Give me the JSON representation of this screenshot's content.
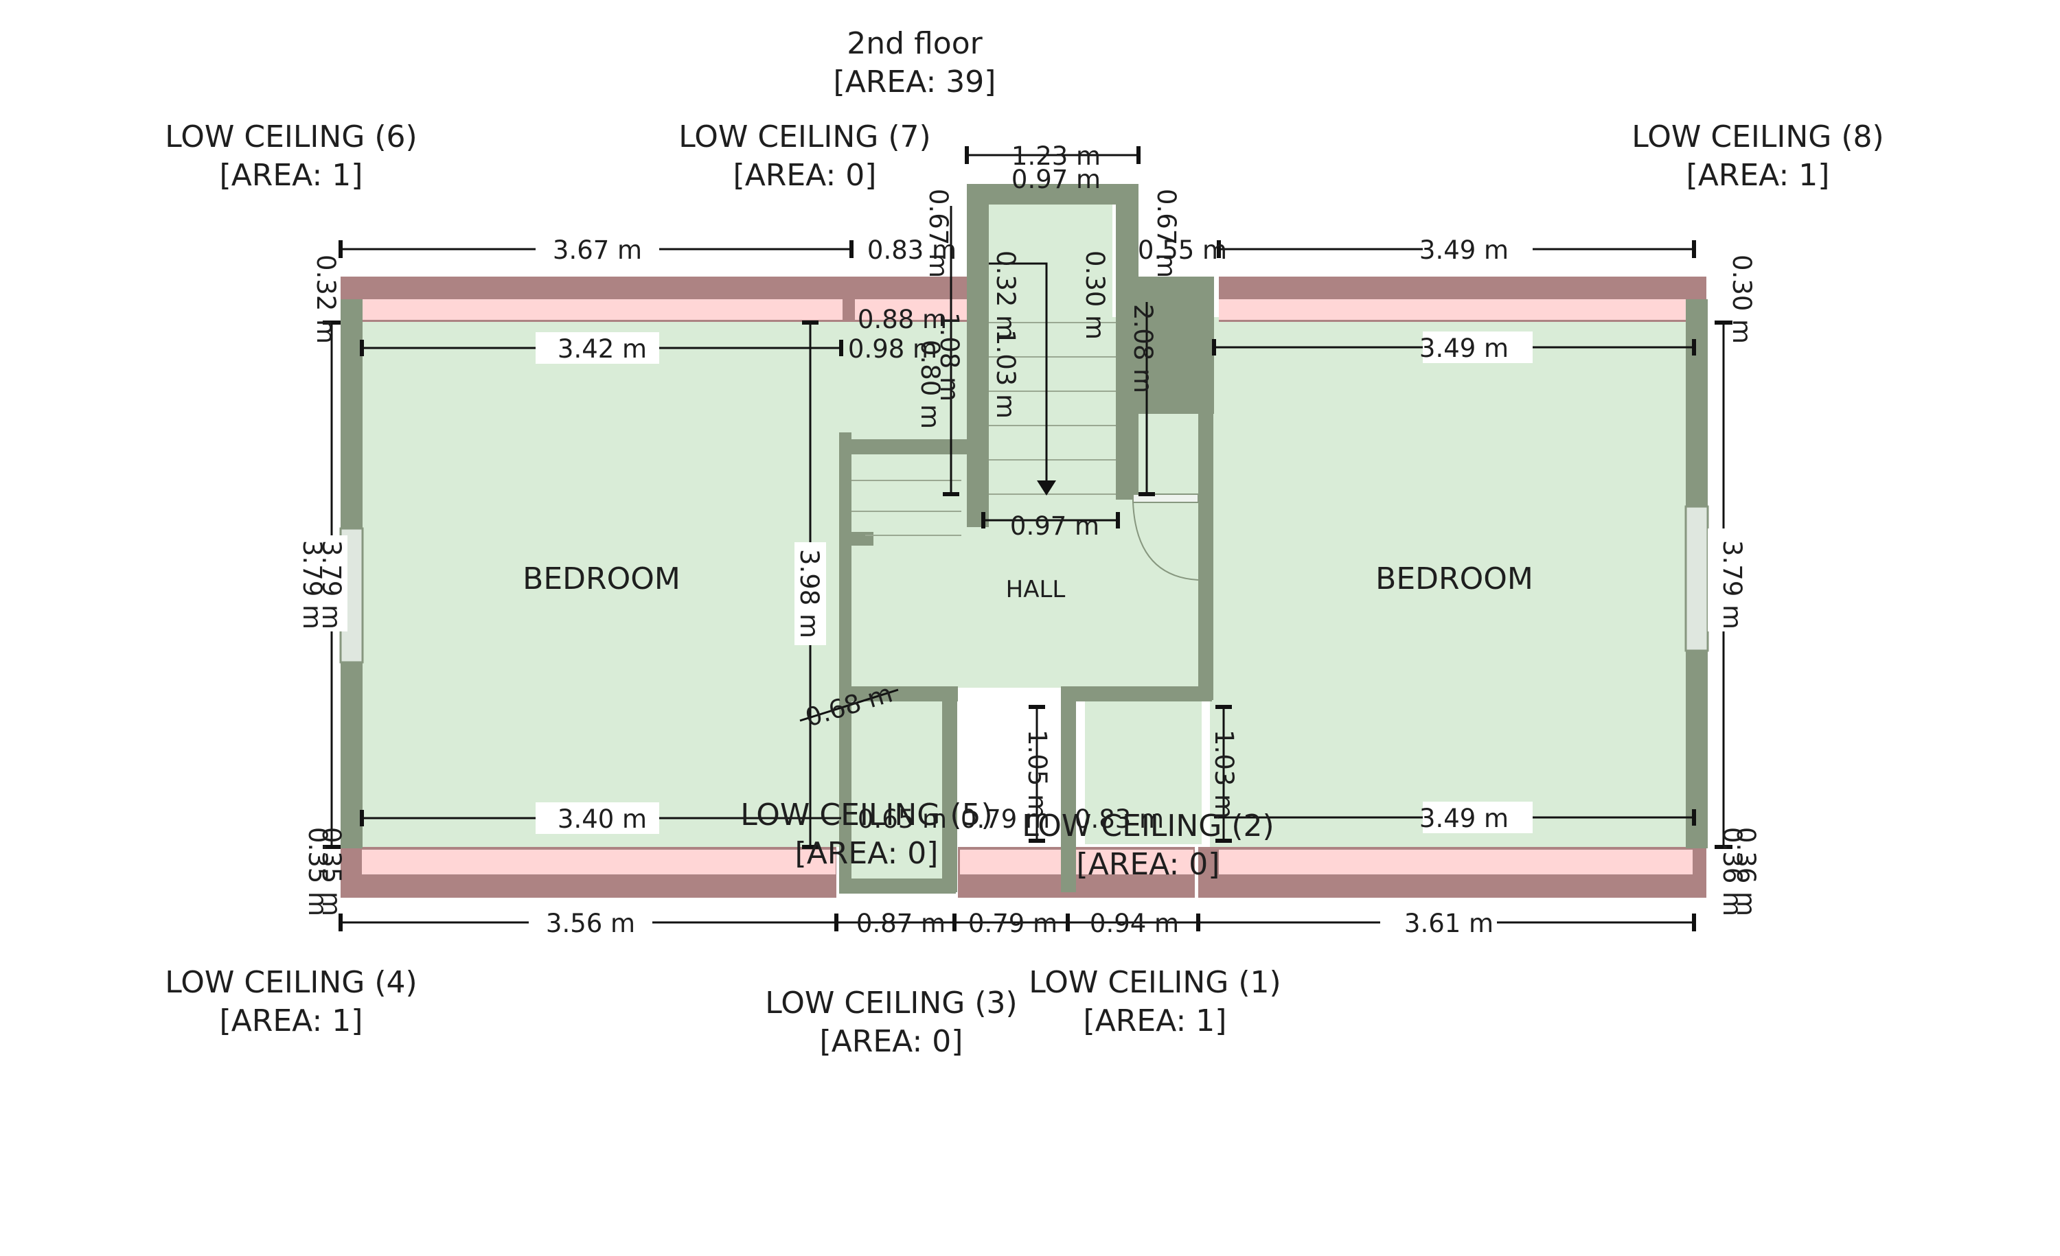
{
  "floor": {
    "title": "2nd floor",
    "area": "[AREA: 39]"
  },
  "rooms": {
    "bedroom_left": "BEDROOM",
    "bedroom_right": "BEDROOM",
    "hall": "HALL"
  },
  "low_ceilings": [
    {
      "name": "LOW CEILING (6)",
      "area": "[AREA: 1]"
    },
    {
      "name": "LOW CEILING (7)",
      "area": "[AREA: 0]"
    },
    {
      "name": "LOW CEILING (8)",
      "area": "[AREA: 1]"
    },
    {
      "name": "LOW CEILING (4)",
      "area": "[AREA: 1]"
    },
    {
      "name": "LOW CEILING (3)",
      "area": "[AREA: 0]"
    },
    {
      "name": "LOW CEILING (1)",
      "area": "[AREA: 1]"
    },
    {
      "name": "LOW CEILING (5)",
      "area": "[AREA: 0]"
    },
    {
      "name": "LOW CEILING (2)",
      "area": "[AREA: 0]"
    }
  ],
  "dimensions": {
    "top_left_width": "3.67 m",
    "top_mid_width": "0.83 m",
    "top_right_strip": "0.55 m",
    "top_right_width": "3.49 m",
    "stair_outer": "1.23 m",
    "stair_inner": "0.97 m",
    "left_wall_thk": "0.32 m",
    "right_wall_thk": "0.30 m",
    "left_inner_width": "3.42 m",
    "mid_inner_width": "0.98 m",
    "right_inner_width": "3.49 m",
    "closet_width": "0.88 m",
    "stair_left_h": "0.67 m",
    "stair_right_h": "0.67 m",
    "closet_h1": "1.08 m",
    "closet_h2": "0.80 m",
    "stair_well_a": "0.32 m",
    "stair_well_b": "1.03 m",
    "stair_well_c": "0.30 m",
    "stair_right_run": "2.08 m",
    "landing_width": "0.97 m",
    "left_height_a": "3.79 m",
    "left_height_b": "3.79 m",
    "right_height": "3.79 m",
    "inner_height": "3.98 m",
    "diag": "0.68 m",
    "bath_h_left": "1.05 m",
    "bath_h_right": "1.03 m",
    "bot_left_inner": "3.40 m",
    "bot_right_inner": "3.49 m",
    "bot_mid_a": "0.65 m",
    "bot_mid_b": "0.79 m",
    "bot_mid_c": "0.83 m",
    "left_low_thk_a": "0.35 m",
    "left_low_thk_b": "0.35 m",
    "right_low_thk_a": "0.36 m",
    "right_low_thk_b": "0.36 m",
    "bot_left_outer": "3.56 m",
    "bot_s1": "0.87 m",
    "bot_s2": "0.79 m",
    "bot_s3": "0.94 m",
    "bot_right_outer": "3.61 m"
  }
}
